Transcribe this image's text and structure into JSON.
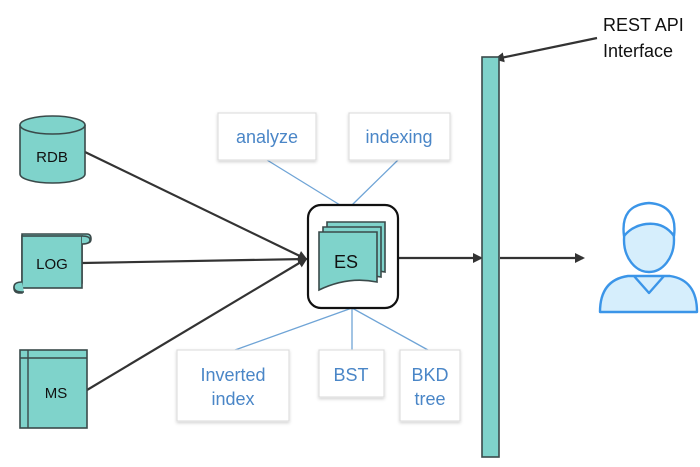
{
  "diagram": {
    "sources": {
      "rdb": "RDB",
      "log": "LOG",
      "ms": "MS"
    },
    "engine": "ES",
    "top_boxes": {
      "analyze": "analyze",
      "indexing": "indexing"
    },
    "bottom_boxes": {
      "inverted_line1": "Inverted",
      "inverted_line2": "index",
      "bst": "BST",
      "bkd_line1": "BKD",
      "bkd_line2": "tree"
    },
    "api_label": {
      "line1": "REST API",
      "line2": "Interface"
    },
    "icons": {
      "rdb": "database-cylinder-icon",
      "log": "scroll-log-icon",
      "ms": "document-icon",
      "engine": "stacked-documents-icon",
      "user": "user-avatar-icon"
    },
    "colors": {
      "teal": "#7fd3cb",
      "blue_text": "#4a86c7",
      "user_blue": "#3b95e8",
      "user_fill": "#d6eefc"
    }
  }
}
